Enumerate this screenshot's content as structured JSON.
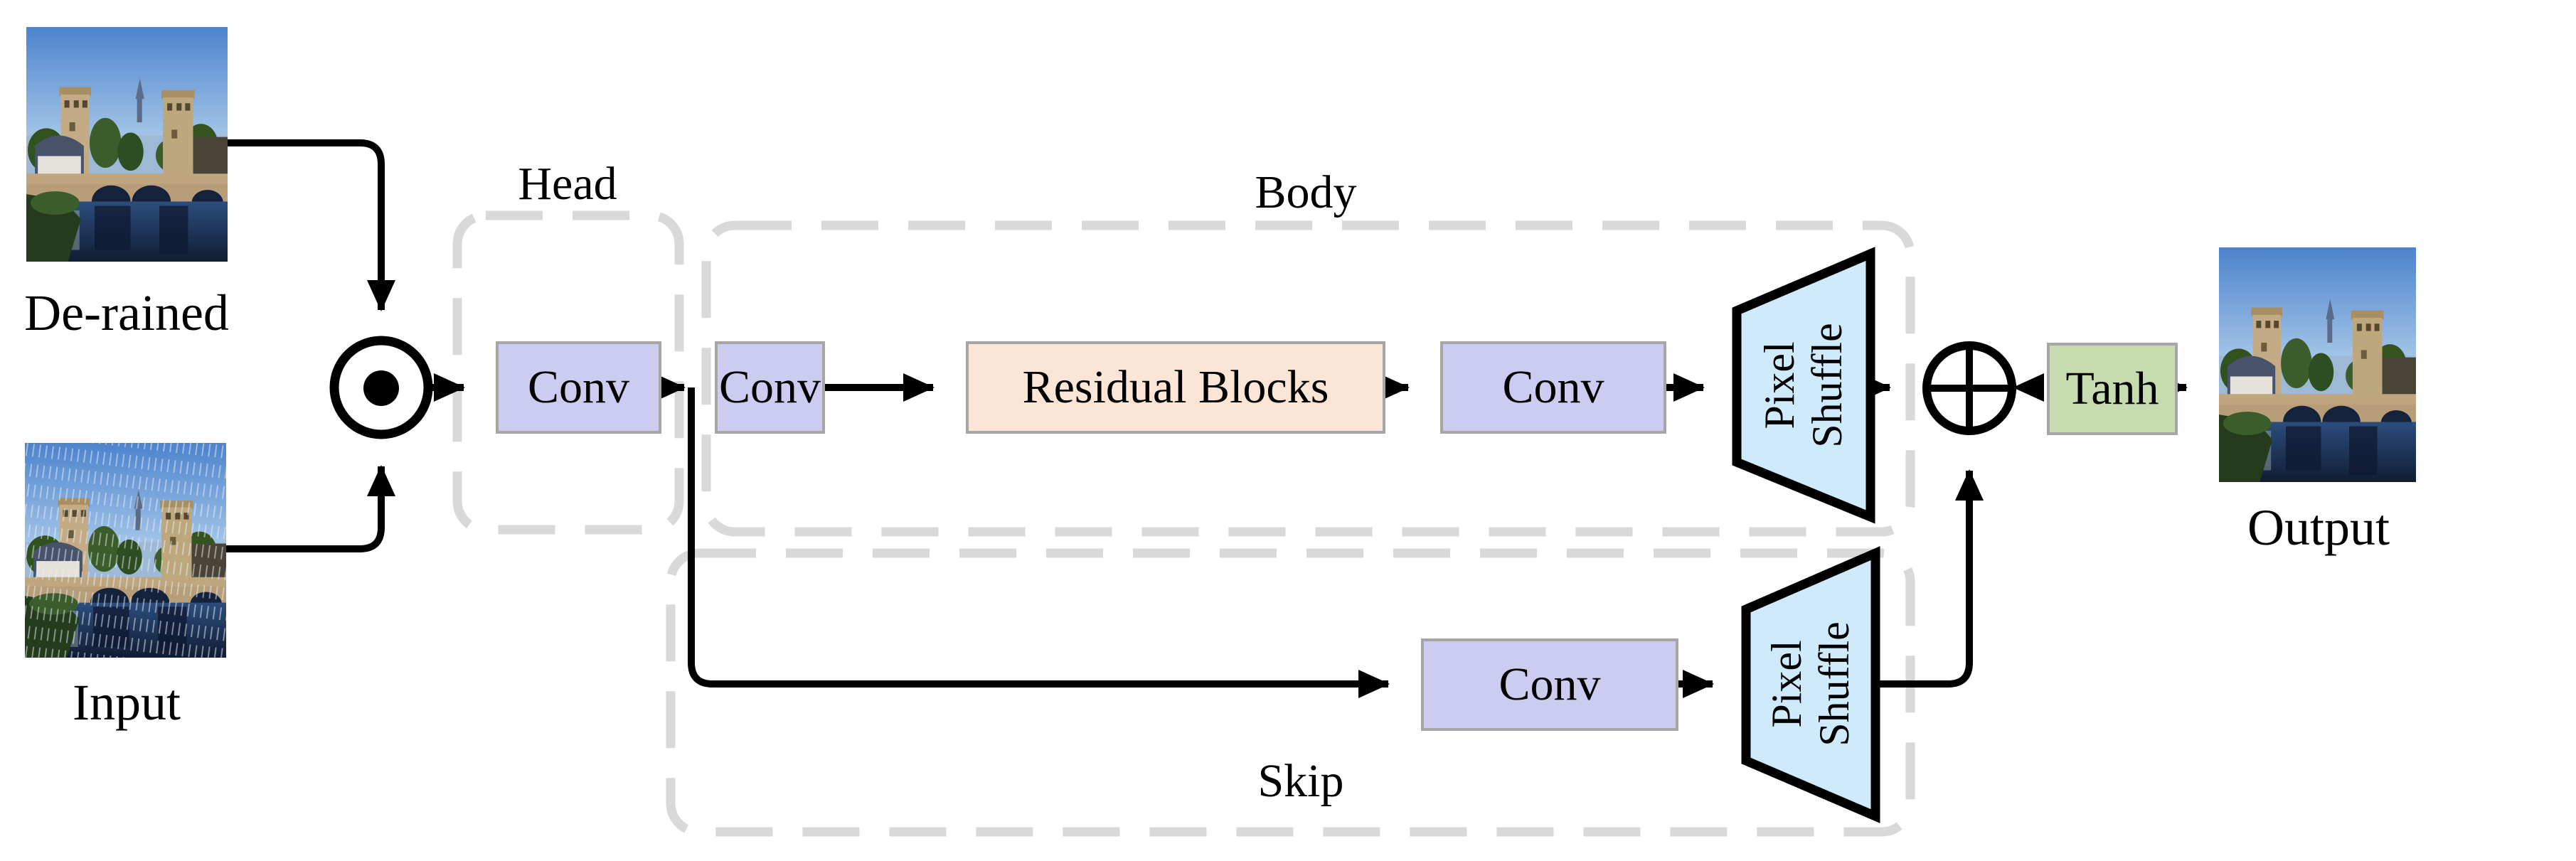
{
  "diagram": {
    "io": {
      "derained_label": "De-rained",
      "input_label": "Input",
      "output_label": "Output"
    },
    "groups": {
      "head": "Head",
      "body": "Body",
      "skip": "Skip"
    },
    "blocks": {
      "head_conv": "Conv",
      "body_conv_in": "Conv",
      "residual_blocks": "Residual Blocks",
      "body_conv_out": "Conv",
      "skip_conv": "Conv",
      "tanh": "Tanh",
      "body_pixel_shuffle": {
        "line1": "Pixel",
        "line2": "Shuffle"
      },
      "skip_pixel_shuffle": {
        "line1": "Pixel",
        "line2": "Shuffle"
      }
    },
    "operators": {
      "concat": "dot-in-circle (concatenation)",
      "sum": "plus-in-circle (element-wise addition)"
    },
    "images": {
      "derained": "de-rained photo",
      "input": "rainy input photo",
      "output": "restored output photo"
    },
    "colors": {
      "conv_fill": "#ccccf0",
      "residual_fill": "#fbe5d6",
      "pixel_shuffle_fill": "#cfeafb",
      "tanh_fill": "#c6dcb0",
      "group_dash": "#d9d9d9",
      "line": "#000000"
    }
  }
}
